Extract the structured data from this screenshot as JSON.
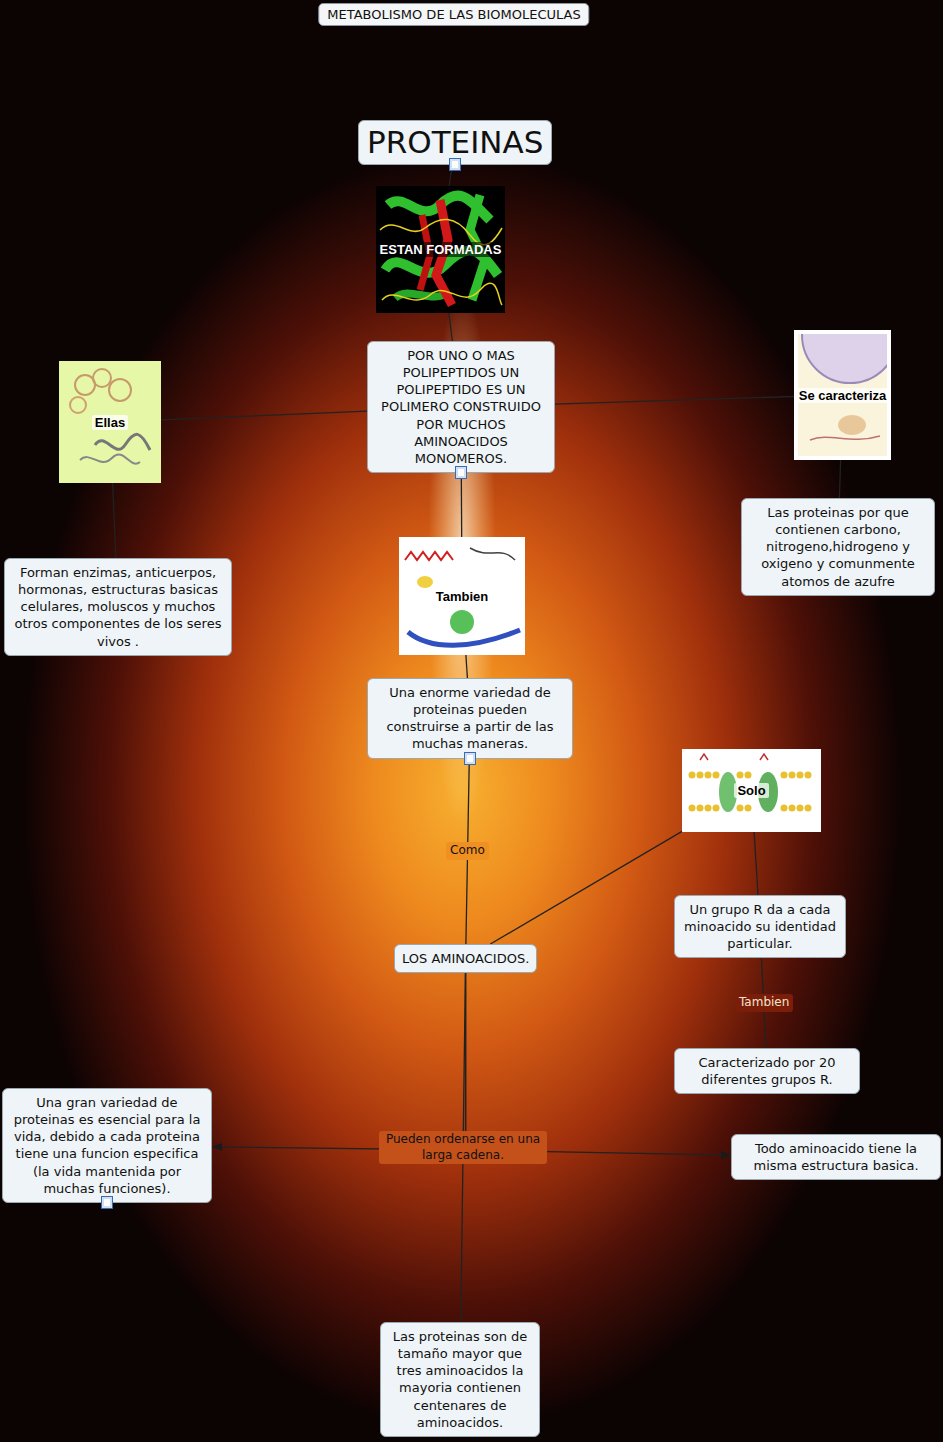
{
  "diagram": {
    "title": "METABOLISMO DE LAS BIOMOLECULAS",
    "nodes": [
      {
        "text": [
          "PROTEINAS"
        ]
      },
      {
        "text": [
          "ESTAN FORMADAS"
        ]
      },
      {
        "text": [
          "POR UNO O MAS POLIPEPTIDOS UN POLIPEPTIDO ES UN POLIMERO CONSTRUIDO POR MUCHOS AMINOACIDOS MONOMEROS."
        ]
      },
      {
        "text": [
          "Ellas"
        ]
      },
      {
        "text": [
          "Se caracteriza"
        ]
      },
      {
        "text": [
          "Forman enzimas, anticuerpos, hormonas, estructuras basicas celulares, moluscos y muchos otros componentes de los seres vivos ."
        ]
      },
      {
        "text": [
          "Las proteinas por que contienen carbono, nitrogeno,hidrogeno y oxigeno y comunmente atomos de azufre"
        ]
      },
      {
        "text": [
          "Tambien"
        ]
      },
      {
        "text": [
          "Una enorme variedad de proteinas pueden construirse a partir de las muchas maneras."
        ]
      },
      {
        "text": [
          "Solo"
        ]
      },
      {
        "text": [
          "LOS AMINOACIDOS."
        ]
      },
      {
        "text": [
          "Un grupo R da a cada minoacido su identidad particular."
        ]
      },
      {
        "text": [
          "Caracterizado por 20 diferentes grupos R."
        ]
      },
      {
        "text": [
          "Una gran variedad de proteinas es esencial para la vida, debido a cada proteina tiene una funcion especifica (la vida mantenida por muchas funciones)."
        ]
      },
      {
        "text": [
          "Todo aminoacido tiene la misma estructura basica."
        ]
      },
      {
        "text": [
          "Las proteinas son de tamaño mayor que tres aminoacidos la mayoria contienen centenares de aminoacidos."
        ]
      }
    ],
    "edges": [
      {
        "from": 0,
        "to": 1,
        "arrow": "none"
      },
      {
        "from": 1,
        "to": 2,
        "arrow": "none"
      },
      {
        "from": 2,
        "to": 3,
        "arrow": "none"
      },
      {
        "from": 2,
        "to": 4,
        "arrow": "none"
      },
      {
        "from": 3,
        "to": 5,
        "arrow": "none"
      },
      {
        "from": 4,
        "to": 6,
        "arrow": "none"
      },
      {
        "from": 2,
        "to": 7,
        "arrow": "none"
      },
      {
        "from": 7,
        "to": 8,
        "arrow": "none"
      },
      {
        "from": 8,
        "to": 10,
        "label": "Como",
        "arrow": "none"
      },
      {
        "from": 10,
        "to": 9,
        "arrow": "none"
      },
      {
        "from": 9,
        "to": 11,
        "arrow": "none"
      },
      {
        "from": 11,
        "to": 12,
        "label": "Tambien",
        "arrow": "none"
      },
      {
        "from": 10,
        "to": 13,
        "arrow": "to"
      },
      {
        "from": 10,
        "to": 15,
        "label": "Pueden ordenarse en una larga cadena.",
        "arrow": "none"
      },
      {
        "from": 10,
        "to": 14,
        "arrow": "to"
      }
    ]
  }
}
